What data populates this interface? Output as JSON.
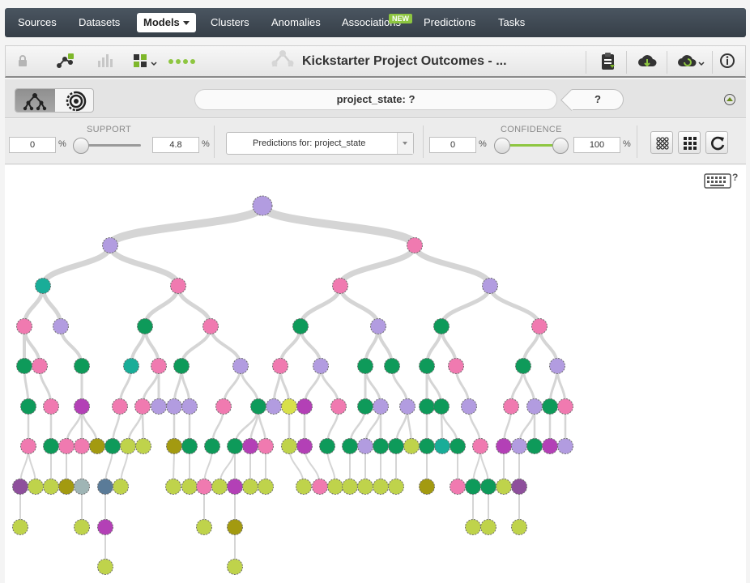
{
  "nav": {
    "items": [
      {
        "label": "Sources"
      },
      {
        "label": "Datasets"
      },
      {
        "label": "Models"
      },
      {
        "label": "Clusters"
      },
      {
        "label": "Anomalies"
      },
      {
        "label": "Associations"
      },
      {
        "label": "Predictions"
      },
      {
        "label": "Tasks"
      }
    ],
    "new_badge": "NEW"
  },
  "toolbar": {
    "title": "Kickstarter Project Outcomes - ...",
    "icons": [
      "lock-icon",
      "network-icon",
      "bar-chart-icon",
      "sunburst-icon",
      "dots-icon",
      "clipboard-icon",
      "cloud-download-icon",
      "refresh-cloud-icon",
      "info-icon"
    ]
  },
  "predict": {
    "field": "project_state: ?",
    "answer": "?"
  },
  "filters": {
    "support_label": "SUPPORT",
    "support_min": "0",
    "support_max": "4.8",
    "percent": "%",
    "select_value": "Predictions for: project_state",
    "confidence_label": "CONFIDENCE",
    "confidence_min": "0",
    "confidence_max": "100"
  },
  "colors": {
    "lavender": "#b29ce0",
    "pink": "#f07ab0",
    "teal": "#19ad98",
    "green": "#0e9a5a",
    "magenta": "#b340b6",
    "lime": "#bfd34b",
    "olive": "#a39a10",
    "grey": "#9fb5b5",
    "slate": "#5a7b98",
    "plum": "#8e4f9c",
    "yellow": "#d8e04a",
    "edge": "#d5d5d5"
  }
}
